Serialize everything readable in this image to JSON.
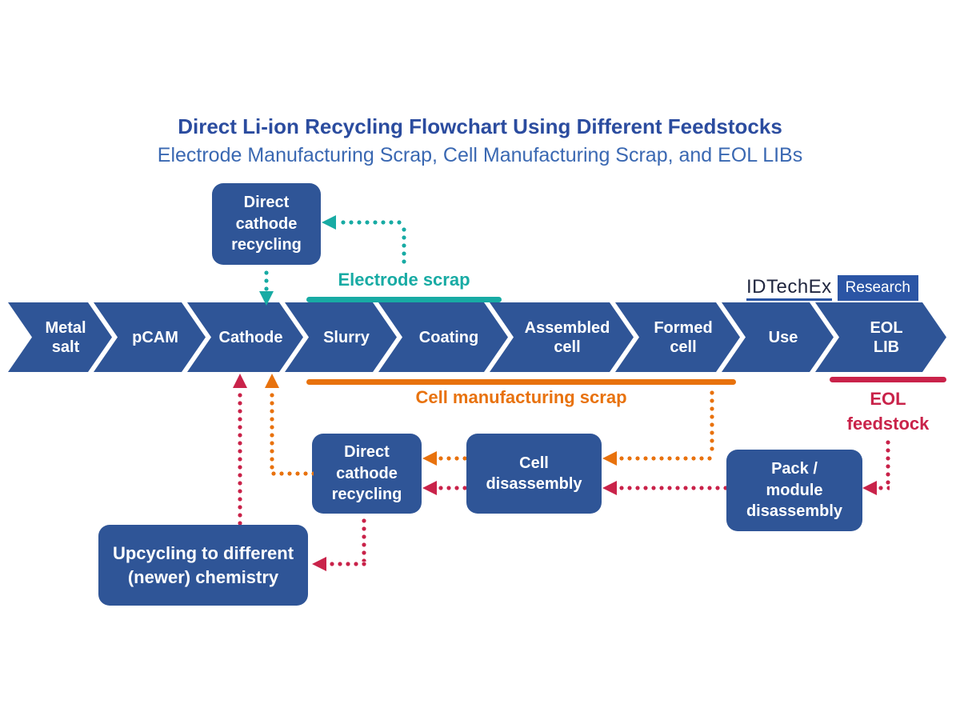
{
  "title": "Direct Li-ion Recycling Flowchart Using Different Feedstocks",
  "subtitle": "Electrode Manufacturing Scrap, Cell Manufacturing Scrap, and EOL LIBs",
  "logo": {
    "brand": "IDTechEx",
    "division": "Research"
  },
  "process_chain": [
    "Metal salt",
    "pCAM",
    "Cathode",
    "Slurry",
    "Coating",
    "Assembled cell",
    "Formed cell",
    "Use",
    "EOL LIB"
  ],
  "labels": {
    "electrode_scrap": "Electrode scrap",
    "cell_manufacturing_scrap": "Cell manufacturing scrap",
    "eol_feedstock": "EOL feedstock"
  },
  "boxes": {
    "direct_cathode_recycling_top": "Direct cathode recycling",
    "direct_cathode_recycling_bottom": "Direct cathode recycling",
    "cell_disassembly": "Cell disassembly",
    "pack_module_disassembly": "Pack / module disassembly",
    "upcycling": "Upcycling to different (newer) chemistry"
  },
  "colors": {
    "box_blue": "#2F5597",
    "title_blue": "#2B4C9F",
    "subtitle_blue": "#3A68B2",
    "teal": "#18ABA4",
    "orange": "#E8720D",
    "crimson": "#C9234A",
    "logo_navy": "#20263F",
    "logo_blue": "#2B55A5"
  }
}
